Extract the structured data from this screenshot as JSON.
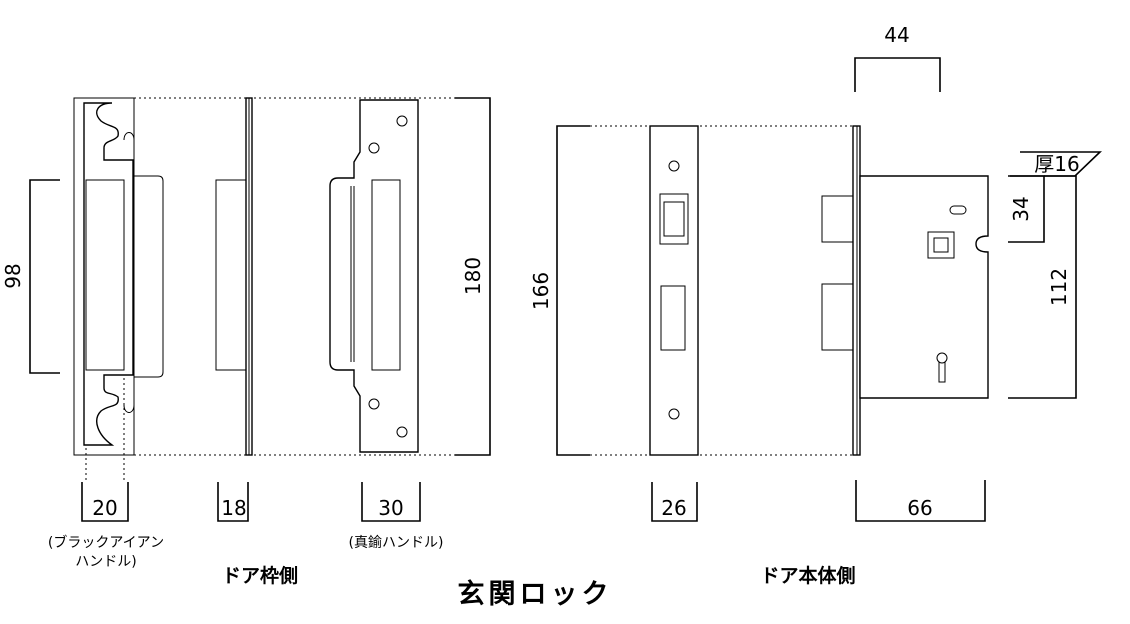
{
  "title": "玄関ロック",
  "sections": {
    "frame_side": "ドア枠側",
    "door_side": "ドア本体側"
  },
  "notes": {
    "black_iron_line1": "(ブラックアイアン",
    "black_iron_line2": "ハンドル)",
    "brass": "(真鍮ハンドル)"
  },
  "dimensions": {
    "height_98": "98",
    "width_20": "20",
    "width_18": "18",
    "width_30": "30",
    "height_180": "180",
    "height_166": "166",
    "width_26": "26",
    "width_44": "44",
    "width_66": "66",
    "thickness": "厚16",
    "height_34": "34",
    "height_112": "112"
  }
}
